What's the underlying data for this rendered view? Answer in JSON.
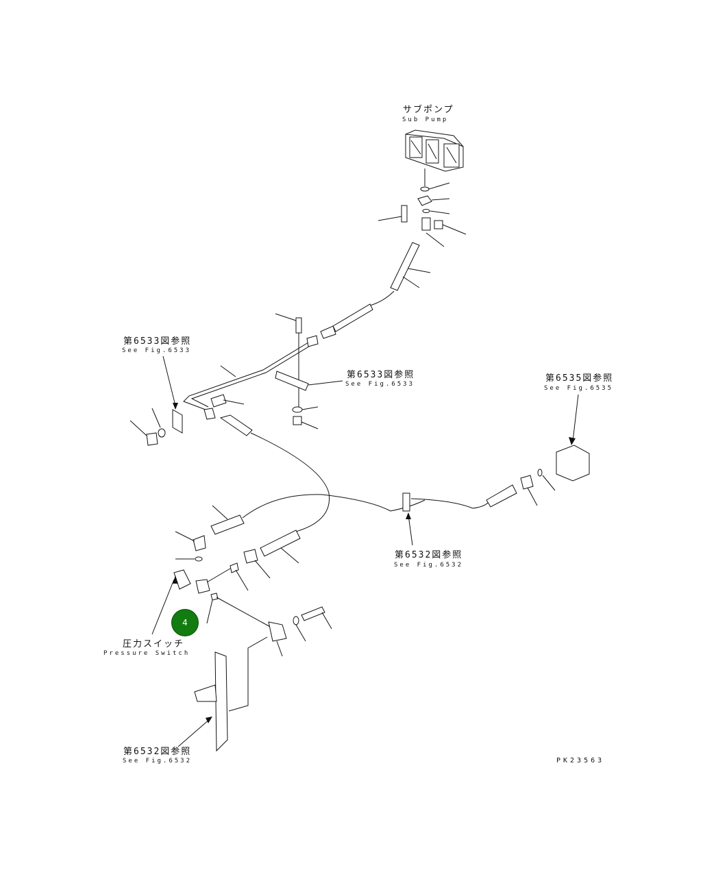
{
  "labels": {
    "sub_pump_jp": "サブポンプ",
    "sub_pump_en": "Sub Pump",
    "ref_6533_a_jp": "第6533図参照",
    "ref_6533_a_en": "See Fig.6533",
    "ref_6533_b_jp": "第6533図参照",
    "ref_6533_b_en": "See Fig.6533",
    "ref_6535_jp": "第6535図参照",
    "ref_6535_en": "See Fig.6535",
    "ref_6532_a_jp": "第6532図参照",
    "ref_6532_a_en": "See Fig.6532",
    "pressure_switch_jp": "圧力スイッチ",
    "pressure_switch_en": "Pressure Switch",
    "ref_6532_b_jp": "第6532図参照",
    "ref_6532_b_en": "See Fig.6532",
    "drawing_code": "PK23563"
  },
  "callout": {
    "number": "4",
    "color": "#137c10"
  }
}
